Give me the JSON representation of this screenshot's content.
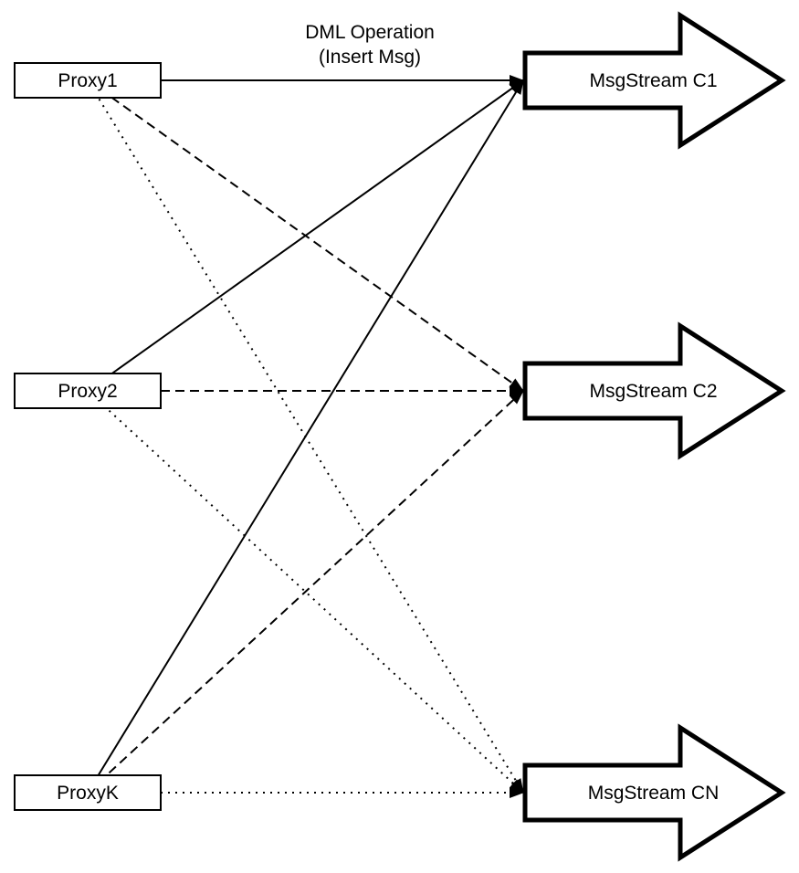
{
  "diagram": {
    "type": "flow-diagram",
    "title": {
      "line1": "DML Operation",
      "line2": "(Insert Msg)"
    },
    "colors": {
      "stroke": "#000000",
      "shape_fill": "#ffffff",
      "background": "#ffffff"
    },
    "proxies": [
      {
        "label": "Proxy1"
      },
      {
        "label": "Proxy2"
      },
      {
        "label": "ProxyK"
      }
    ],
    "streams": [
      {
        "label": "MsgStream C1"
      },
      {
        "label": "MsgStream C2"
      },
      {
        "label": "MsgStream CN"
      }
    ],
    "connections": [
      {
        "from": "Proxy1",
        "to": "MsgStream C1",
        "line_style": "solid"
      },
      {
        "from": "Proxy2",
        "to": "MsgStream C1",
        "line_style": "solid"
      },
      {
        "from": "ProxyK",
        "to": "MsgStream C1",
        "line_style": "solid"
      },
      {
        "from": "Proxy1",
        "to": "MsgStream C2",
        "line_style": "dashed"
      },
      {
        "from": "Proxy2",
        "to": "MsgStream C2",
        "line_style": "dashed"
      },
      {
        "from": "ProxyK",
        "to": "MsgStream C2",
        "line_style": "dashed"
      },
      {
        "from": "Proxy1",
        "to": "MsgStream CN",
        "line_style": "dotted"
      },
      {
        "from": "Proxy2",
        "to": "MsgStream CN",
        "line_style": "dotted"
      },
      {
        "from": "ProxyK",
        "to": "MsgStream CN",
        "line_style": "dotted"
      }
    ]
  }
}
